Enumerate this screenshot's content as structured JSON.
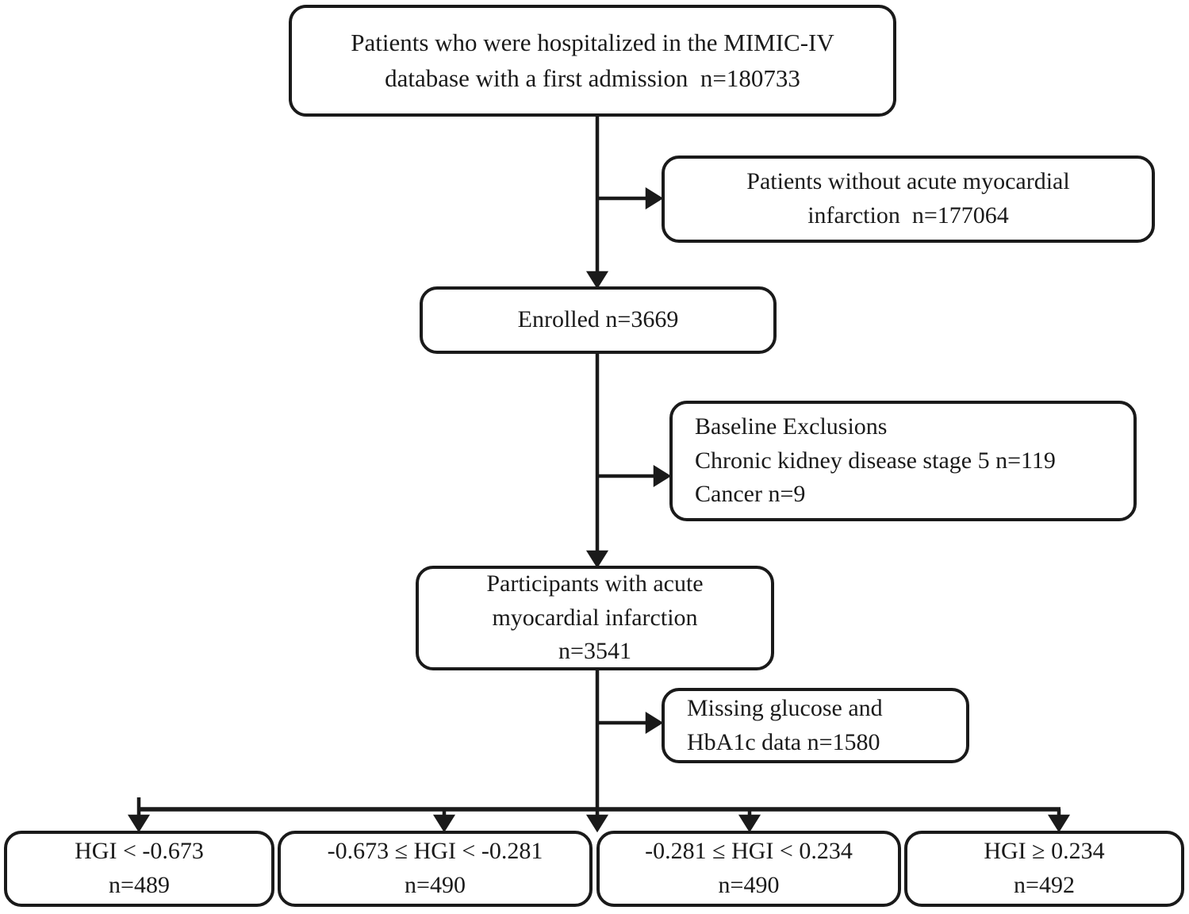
{
  "figure": {
    "background_color": "#ffffff",
    "line_color": "#1a1a1a",
    "description": "Patient selection flowchart, MIMIC-IV acute myocardial infarction cohort grouped by HGI quartile"
  },
  "nodes": {
    "source": {
      "lines": [
        "Patients who were hospitalized in the MIMIC-IV",
        "database with a first admission  n=180733"
      ]
    },
    "excluded_no_ami": {
      "lines": [
        "Patients without acute myocardial",
        "infarction  n=177064"
      ]
    },
    "enrolled": {
      "lines": [
        "Enrolled n=3669"
      ]
    },
    "baseline_exclusions": {
      "lines": [
        "Baseline Exclusions",
        "Chronic kidney disease stage 5 n=119",
        "Cancer n=9"
      ]
    },
    "participants_ami": {
      "lines": [
        "Participants with acute",
        "myocardial infarction",
        "n=3541"
      ]
    },
    "missing_data": {
      "lines": [
        "Missing glucose and",
        "HbA1c data n=1580"
      ]
    },
    "hgi_group1": {
      "lines": [
        "HGI < -0.673",
        "n=489"
      ]
    },
    "hgi_group2": {
      "lines": [
        "-0.673 ≤ HGI < -0.281",
        "n=490"
      ]
    },
    "hgi_group3": {
      "lines": [
        "-0.281 ≤ HGI < 0.234",
        "n=490"
      ]
    },
    "hgi_group4": {
      "lines": [
        "HGI ≥ 0.234",
        "n=492"
      ]
    }
  }
}
